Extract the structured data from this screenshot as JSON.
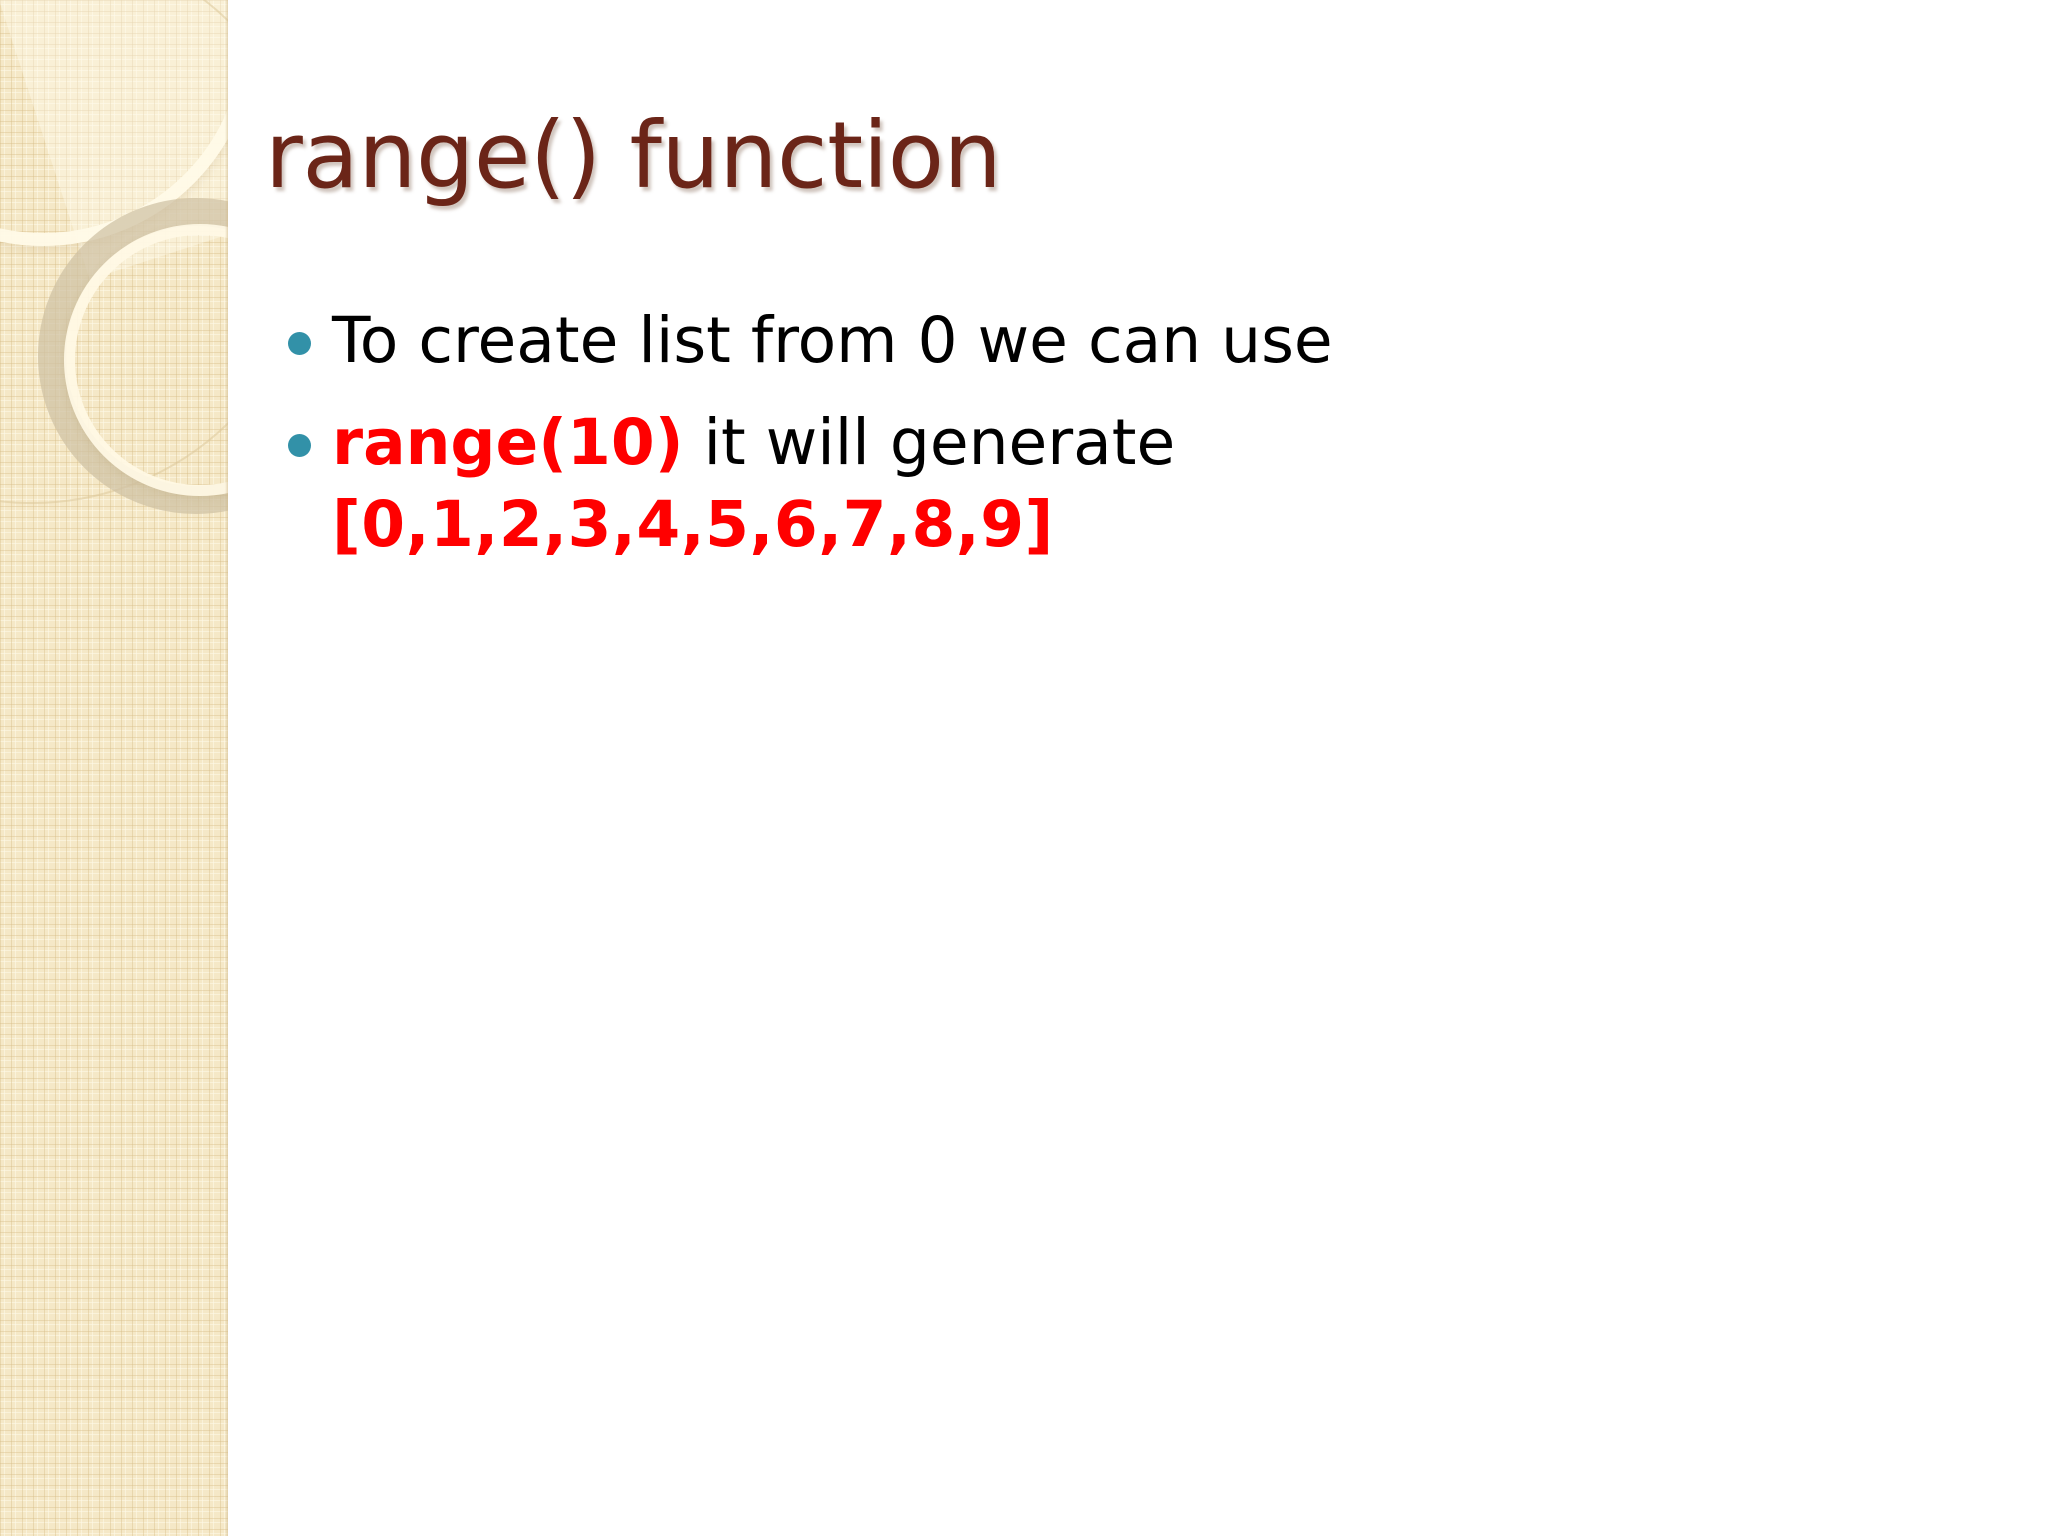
{
  "slide": {
    "title": "range() function",
    "accent_colors": {
      "title": "#6B2518",
      "bullet_marker": "#3291A8",
      "code_highlight": "#FF0000",
      "body_text": "#000000",
      "sidebar_background": "#F5E8C7"
    },
    "bullets": [
      {
        "id": "bullet-1",
        "text": "To create list from 0 we can use"
      },
      {
        "id": "bullet-2",
        "code_call": "range(10)",
        "description": "it will generate",
        "result_list": "[0,1,2,3,4,5,6,7,8,9]"
      }
    ]
  }
}
